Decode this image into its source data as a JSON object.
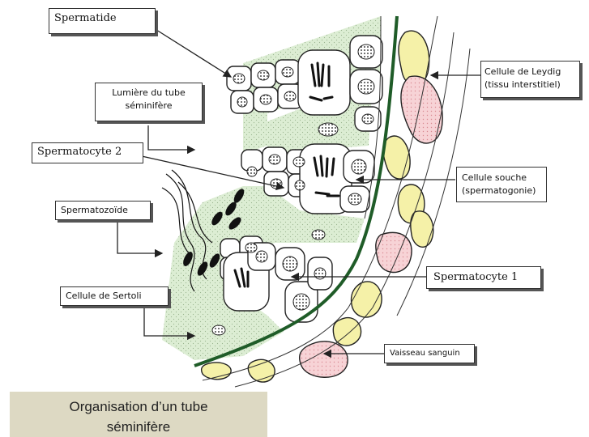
{
  "labels": {
    "spermatide": "Spermatide",
    "lumiere_line1": "Lumière du tube",
    "lumiere_line2": "séminifère",
    "spermatocyte2": "Spermatocyte 2",
    "spermatozoide": "Spermatozoïde",
    "sertoli": "Cellule de Sertoli",
    "leydig_line1": "Cellule de Leydig",
    "leydig_line2": "(tissu interstitiel)",
    "souche_line1": "Cellule souche",
    "souche_line2": "(spermatogonie)",
    "spermatocyte1": "Spermatocyte 1",
    "vaisseau": "Vaisseau sanguin"
  },
  "caption": {
    "line1": "Organisation d’un tube",
    "line2": "séminifère"
  },
  "colors": {
    "lumen_green": "#dcedd3",
    "leydig_yellow": "#f5f1a8",
    "vessel_pink": "#f7d3d6",
    "basal_membrane": "#1f5c28",
    "caption_bg": "#ddd9c3"
  }
}
